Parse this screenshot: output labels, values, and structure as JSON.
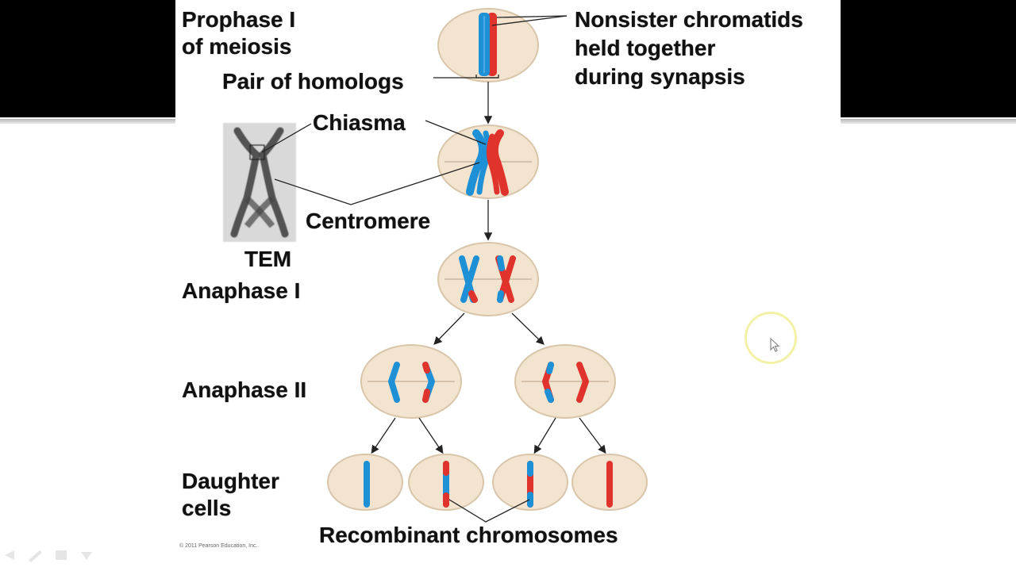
{
  "slide": {
    "stages": {
      "prophase": {
        "line1": "Prophase ",
        "roman": "I",
        "line2": "of meiosis"
      },
      "anaphase1": {
        "text": "Anaphase ",
        "roman": "I"
      },
      "anaphase2": {
        "text": "Anaphase ",
        "roman": "II"
      },
      "daughter": {
        "line1": "Daughter",
        "line2": "cells"
      }
    },
    "callouts": {
      "pair_of_homologs": "Pair of homologs",
      "nonsister_1": "Nonsister chromatids",
      "nonsister_2": "held together",
      "nonsister_3": "during synapsis",
      "chiasma": "Chiasma",
      "centromere": "Centromere",
      "tem": "TEM",
      "recombinant": "Recombinant chromosomes"
    },
    "copyright": "© 2011 Pearson Education, Inc."
  },
  "colors": {
    "cell_fill": "#f3e4cf",
    "cell_stroke": "#d9c6aa",
    "chromosome_blue": "#1e90d6",
    "chromosome_red": "#e0332b",
    "top_bar": "#000000",
    "cursor_ring": "#f3f1a6"
  }
}
